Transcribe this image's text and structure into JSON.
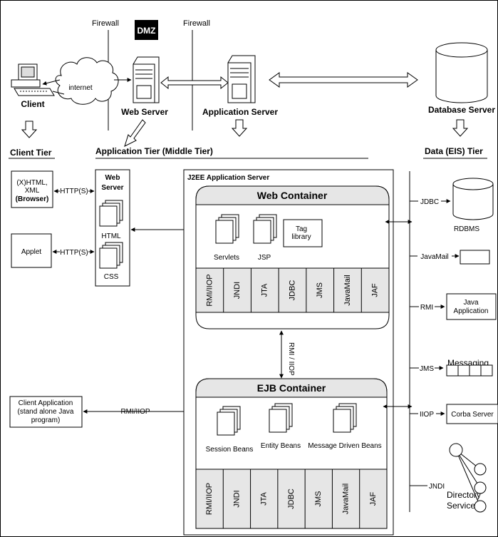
{
  "top": {
    "firewall_left": "Firewall",
    "firewall_right": "Firewall",
    "dmz": "DMZ",
    "internet": "internet",
    "client": "Client",
    "web_server": "Web  Server",
    "app_server": "Application  Server",
    "database_server": "Database  Server"
  },
  "tiers": {
    "client": "Client  Tier",
    "application": "Application  Tier  (Middle  Tier)",
    "data": "Data  (EIS)  Tier"
  },
  "client_tier": {
    "browser_line1": "(X)HTML,",
    "browser_line2": "XML",
    "browser_line3": "(Browser)",
    "applet": "Applet",
    "http1": "HTTP(S)",
    "http2": "HTTP(S)",
    "client_app_line1": "Client  Application",
    "client_app_line2": "(stand  alone  Java",
    "client_app_line3": "program)",
    "rmi_iiop": "RMI/IIOP"
  },
  "web_server_box": {
    "line1": "Web",
    "line2": "Server",
    "html": "HTML",
    "css": "CSS"
  },
  "j2ee": {
    "title": "J2EE  Application  Server",
    "web_container": {
      "title": "Web  Container",
      "servlets": "Servlets",
      "jsp": "JSP",
      "tag_line1": "Tag",
      "tag_line2": "library",
      "services": [
        "RMI/IIOP",
        "JNDI",
        "JTA",
        "JDBC",
        "JMS",
        "JavaMail",
        "JAF"
      ]
    },
    "link_label": "RMI / IIOP",
    "ejb_container": {
      "title": "EJB  Container",
      "session_beans": "Session  Beans",
      "entity_beans": "Entity  Beans",
      "mdb": "Message  Driven  Beans",
      "services": [
        "RMI/IIOP",
        "JNDI",
        "JTA",
        "JDBC",
        "JMS",
        "JavaMail",
        "JAF"
      ]
    }
  },
  "data_tier": {
    "jdbc": "JDBC",
    "rdbms": "RDBMS",
    "javamail": "JavaMail",
    "rmi": "RMI",
    "java_app_line1": "Java",
    "java_app_line2": "Application",
    "jms": "JMS",
    "messaging": "Messaging",
    "iiop": "IIOP",
    "corba": "Corba  Server",
    "jndi": "JNDI",
    "directory_line1": "Directory",
    "directory_line2": "Service"
  }
}
